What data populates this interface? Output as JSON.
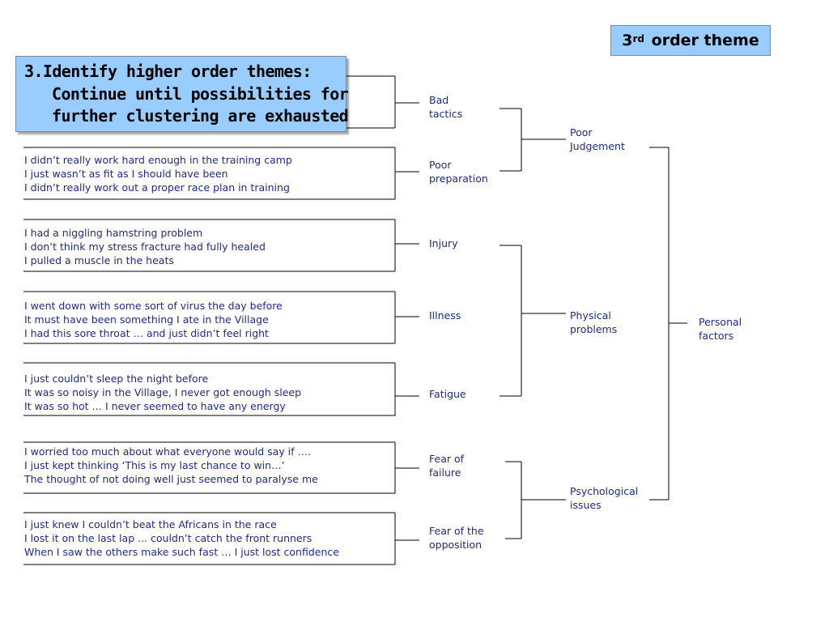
{
  "theme_label": {
    "number": "3",
    "suffix": "rd",
    "text": "order theme"
  },
  "step": {
    "line1": "3.Identify higher order themes:",
    "line2": "Continue until possibilities for",
    "line3": "further clustering are exhausted"
  },
  "quote_groups": [
    {
      "lines": [
        "I didn’t really work hard enough in the training camp",
        "I just wasn’t as fit as I should have been",
        "I didn’t really work out a proper race plan in training"
      ]
    },
    {
      "lines": [
        "I had a niggling hamstring problem",
        "I don’t think my stress fracture had fully healed",
        "I pulled a muscle in the heats"
      ]
    },
    {
      "lines": [
        "I went down with some sort of virus the day before",
        "It must have been something I ate in the Village",
        "I had this sore throat … and just didn’t feel right"
      ]
    },
    {
      "lines": [
        "I just couldn’t sleep the night before",
        "It was so noisy in the Village, I never got enough sleep",
        "It was so hot … I never seemed to have any energy"
      ]
    },
    {
      "lines": [
        "I worried too much about what everyone would say if ….",
        "I just kept thinking ‘This is my last chance to win…’",
        "The thought of not doing well just seemed to paralyse me"
      ]
    },
    {
      "lines": [
        "I just knew I couldn’t beat the Africans in the race",
        "I lost it on the last lap ... couldn’t catch the front runners",
        "When I saw the others make such fast … I just lost confidence"
      ]
    }
  ],
  "first_order": [
    {
      "line1": "Bad",
      "line2": "tactics"
    },
    {
      "line1": "Poor",
      "line2": "preparation"
    },
    {
      "line1": "Injury",
      "line2": ""
    },
    {
      "line1": "Illness",
      "line2": ""
    },
    {
      "line1": "Fatigue",
      "line2": ""
    },
    {
      "line1": "Fear of",
      "line2": "failure"
    },
    {
      "line1": "Fear of the",
      "line2": "opposition"
    }
  ],
  "second_order": [
    {
      "line1": "Poor",
      "line2": "Judgement"
    },
    {
      "line1": "Physical",
      "line2": "problems"
    },
    {
      "line1": "Psychological",
      "line2": "issues"
    }
  ],
  "third_order": {
    "line1": "Personal",
    "line2": "factors"
  }
}
